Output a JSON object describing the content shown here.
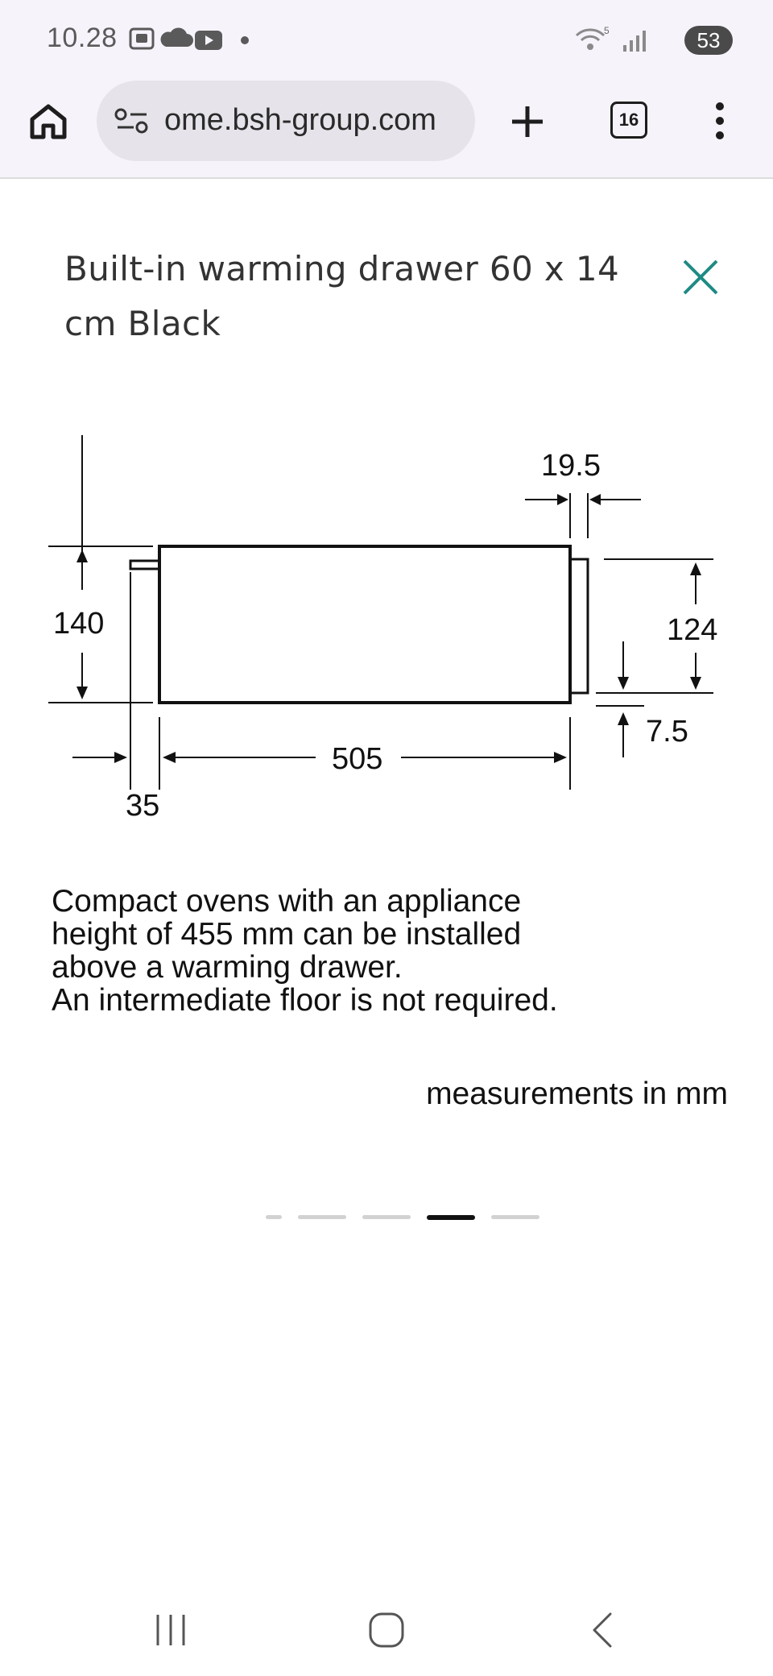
{
  "status_bar": {
    "time": "10.28",
    "battery": "53",
    "network_label": "5"
  },
  "browser": {
    "url": "ome.bsh-group.com",
    "tab_count": "16"
  },
  "product": {
    "title": "Built-in warming drawer 60 x 14 cm Black"
  },
  "diagram": {
    "dim_top": "19.5",
    "dim_left_height": "140",
    "dim_right_height": "124",
    "dim_bottom_gap": "7.5",
    "dim_width": "505",
    "dim_offset": "35"
  },
  "note": {
    "lines": [
      "Compact ovens with an appliance",
      "height of 455 mm can be installed",
      "above a warming drawer.",
      "An intermediate floor is not required."
    ]
  },
  "units": "measurements in mm",
  "carousel": {
    "count": 5,
    "active_index": 3
  },
  "icons": {
    "home": "home-icon",
    "site_settings": "site-settings-icon",
    "new_tab": "plus-icon",
    "tabs": "tab-switcher-icon",
    "menu": "kebab-menu-icon",
    "close": "close-icon",
    "recents": "recents-icon",
    "home_nav": "home-nav-icon",
    "back": "back-icon"
  },
  "colors": {
    "accent_teal": "#1f8a84",
    "chrome_bg": "#f7f3fb"
  }
}
